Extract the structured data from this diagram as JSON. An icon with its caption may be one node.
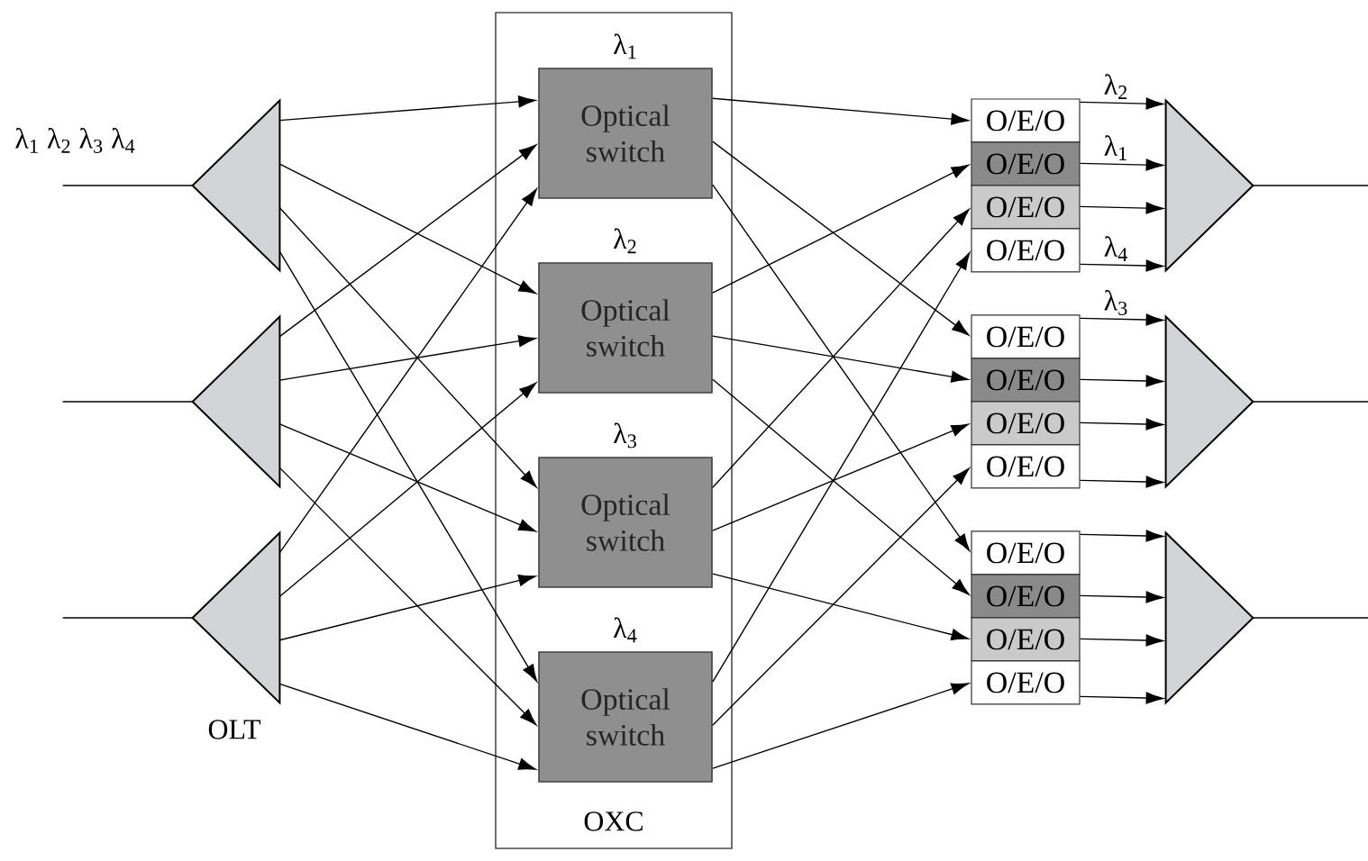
{
  "diagram": {
    "nodes": [
      {
        "text": [
          "OXC"
        ]
      },
      {
        "text": [
          "Optical switch"
        ],
        "in": 0,
        "beside": [
          "λ$_{1}$"
        ]
      },
      {
        "text": [
          "Optical switch"
        ],
        "in": 0,
        "beside": [
          "λ$_{2}$"
        ]
      },
      {
        "text": [
          "Optical switch"
        ],
        "in": 0,
        "beside": [
          "λ$_{3}$"
        ]
      },
      {
        "text": [
          "Optical switch"
        ],
        "in": 0,
        "beside": [
          "λ$_{4}$"
        ]
      },
      {
        "text": [],
        "shape": "triangle"
      },
      {
        "text": [],
        "shape": "triangle"
      },
      {
        "text": [],
        "shape": "triangle"
      },
      {
        "text": [
          "O/E/O"
        ]
      },
      {
        "text": [
          "O/E/O"
        ]
      },
      {
        "text": [
          "O/E/O"
        ]
      },
      {
        "text": [
          "O/E/O"
        ]
      },
      {
        "text": [
          "O/E/O"
        ]
      },
      {
        "text": [
          "O/E/O"
        ]
      },
      {
        "text": [
          "O/E/O"
        ]
      },
      {
        "text": [
          "O/E/O"
        ]
      },
      {
        "text": [
          "O/E/O"
        ]
      },
      {
        "text": [
          "O/E/O"
        ]
      },
      {
        "text": [
          "O/E/O"
        ]
      },
      {
        "text": [
          "O/E/O"
        ]
      },
      {
        "text": [],
        "shape": "triangle"
      },
      {
        "text": [],
        "shape": "triangle"
      },
      {
        "text": [],
        "shape": "triangle"
      }
    ],
    "edges": [
      {
        "from": null,
        "to": 5,
        "arrow": "none"
      },
      {
        "from": null,
        "to": 6,
        "arrow": "none"
      },
      {
        "from": null,
        "to": 7,
        "arrow": "none"
      },
      {
        "from": 5,
        "to": 1,
        "arrow": "to"
      },
      {
        "from": 5,
        "to": 2,
        "arrow": "to"
      },
      {
        "from": 5,
        "to": 3,
        "arrow": "to"
      },
      {
        "from": 5,
        "to": 4,
        "arrow": "to"
      },
      {
        "from": 6,
        "to": 1,
        "arrow": "to"
      },
      {
        "from": 6,
        "to": 2,
        "arrow": "to"
      },
      {
        "from": 6,
        "to": 3,
        "arrow": "to"
      },
      {
        "from": 6,
        "to": 4,
        "arrow": "to"
      },
      {
        "from": 7,
        "to": 1,
        "arrow": "to"
      },
      {
        "from": 7,
        "to": 2,
        "arrow": "to"
      },
      {
        "from": 7,
        "to": 3,
        "arrow": "to"
      },
      {
        "from": 7,
        "to": 4,
        "arrow": "to"
      },
      {
        "from": 1,
        "to": 8,
        "arrow": "to"
      },
      {
        "from": 1,
        "to": 12,
        "arrow": "to"
      },
      {
        "from": 1,
        "to": 16,
        "arrow": "to"
      },
      {
        "from": 2,
        "to": 9,
        "arrow": "to"
      },
      {
        "from": 2,
        "to": 13,
        "arrow": "to"
      },
      {
        "from": 2,
        "to": 17,
        "arrow": "to"
      },
      {
        "from": 3,
        "to": 10,
        "arrow": "to"
      },
      {
        "from": 3,
        "to": 14,
        "arrow": "to"
      },
      {
        "from": 3,
        "to": 18,
        "arrow": "to"
      },
      {
        "from": 4,
        "to": 11,
        "arrow": "to"
      },
      {
        "from": 4,
        "to": 15,
        "arrow": "to"
      },
      {
        "from": 4,
        "to": 19,
        "arrow": "to"
      },
      {
        "from": 8,
        "to": 20,
        "arrow": "to",
        "label": "λ$_{2}$"
      },
      {
        "from": 9,
        "to": 20,
        "arrow": "to",
        "label": "λ$_{1}$"
      },
      {
        "from": 10,
        "to": 20,
        "arrow": "to"
      },
      {
        "from": 11,
        "to": 20,
        "arrow": "to",
        "label": "λ$_{4}$"
      },
      {
        "from": 12,
        "to": 21,
        "arrow": "to",
        "label": "λ$_{3}$"
      },
      {
        "from": 13,
        "to": 21,
        "arrow": "to"
      },
      {
        "from": 14,
        "to": 21,
        "arrow": "to"
      },
      {
        "from": 15,
        "to": 21,
        "arrow": "to"
      },
      {
        "from": 16,
        "to": 22,
        "arrow": "to"
      },
      {
        "from": 17,
        "to": 22,
        "arrow": "to"
      },
      {
        "from": 18,
        "to": 22,
        "arrow": "to"
      },
      {
        "from": 19,
        "to": 22,
        "arrow": "to"
      },
      {
        "from": 20,
        "to": null,
        "arrow": "none"
      },
      {
        "from": 21,
        "to": null,
        "arrow": "none"
      },
      {
        "from": 22,
        "to": null,
        "arrow": "none"
      }
    ],
    "labels": [
      "λ$_{1}$ λ$_{2}$ λ$_{3}$ λ$_{4}$",
      "OLT"
    ]
  }
}
